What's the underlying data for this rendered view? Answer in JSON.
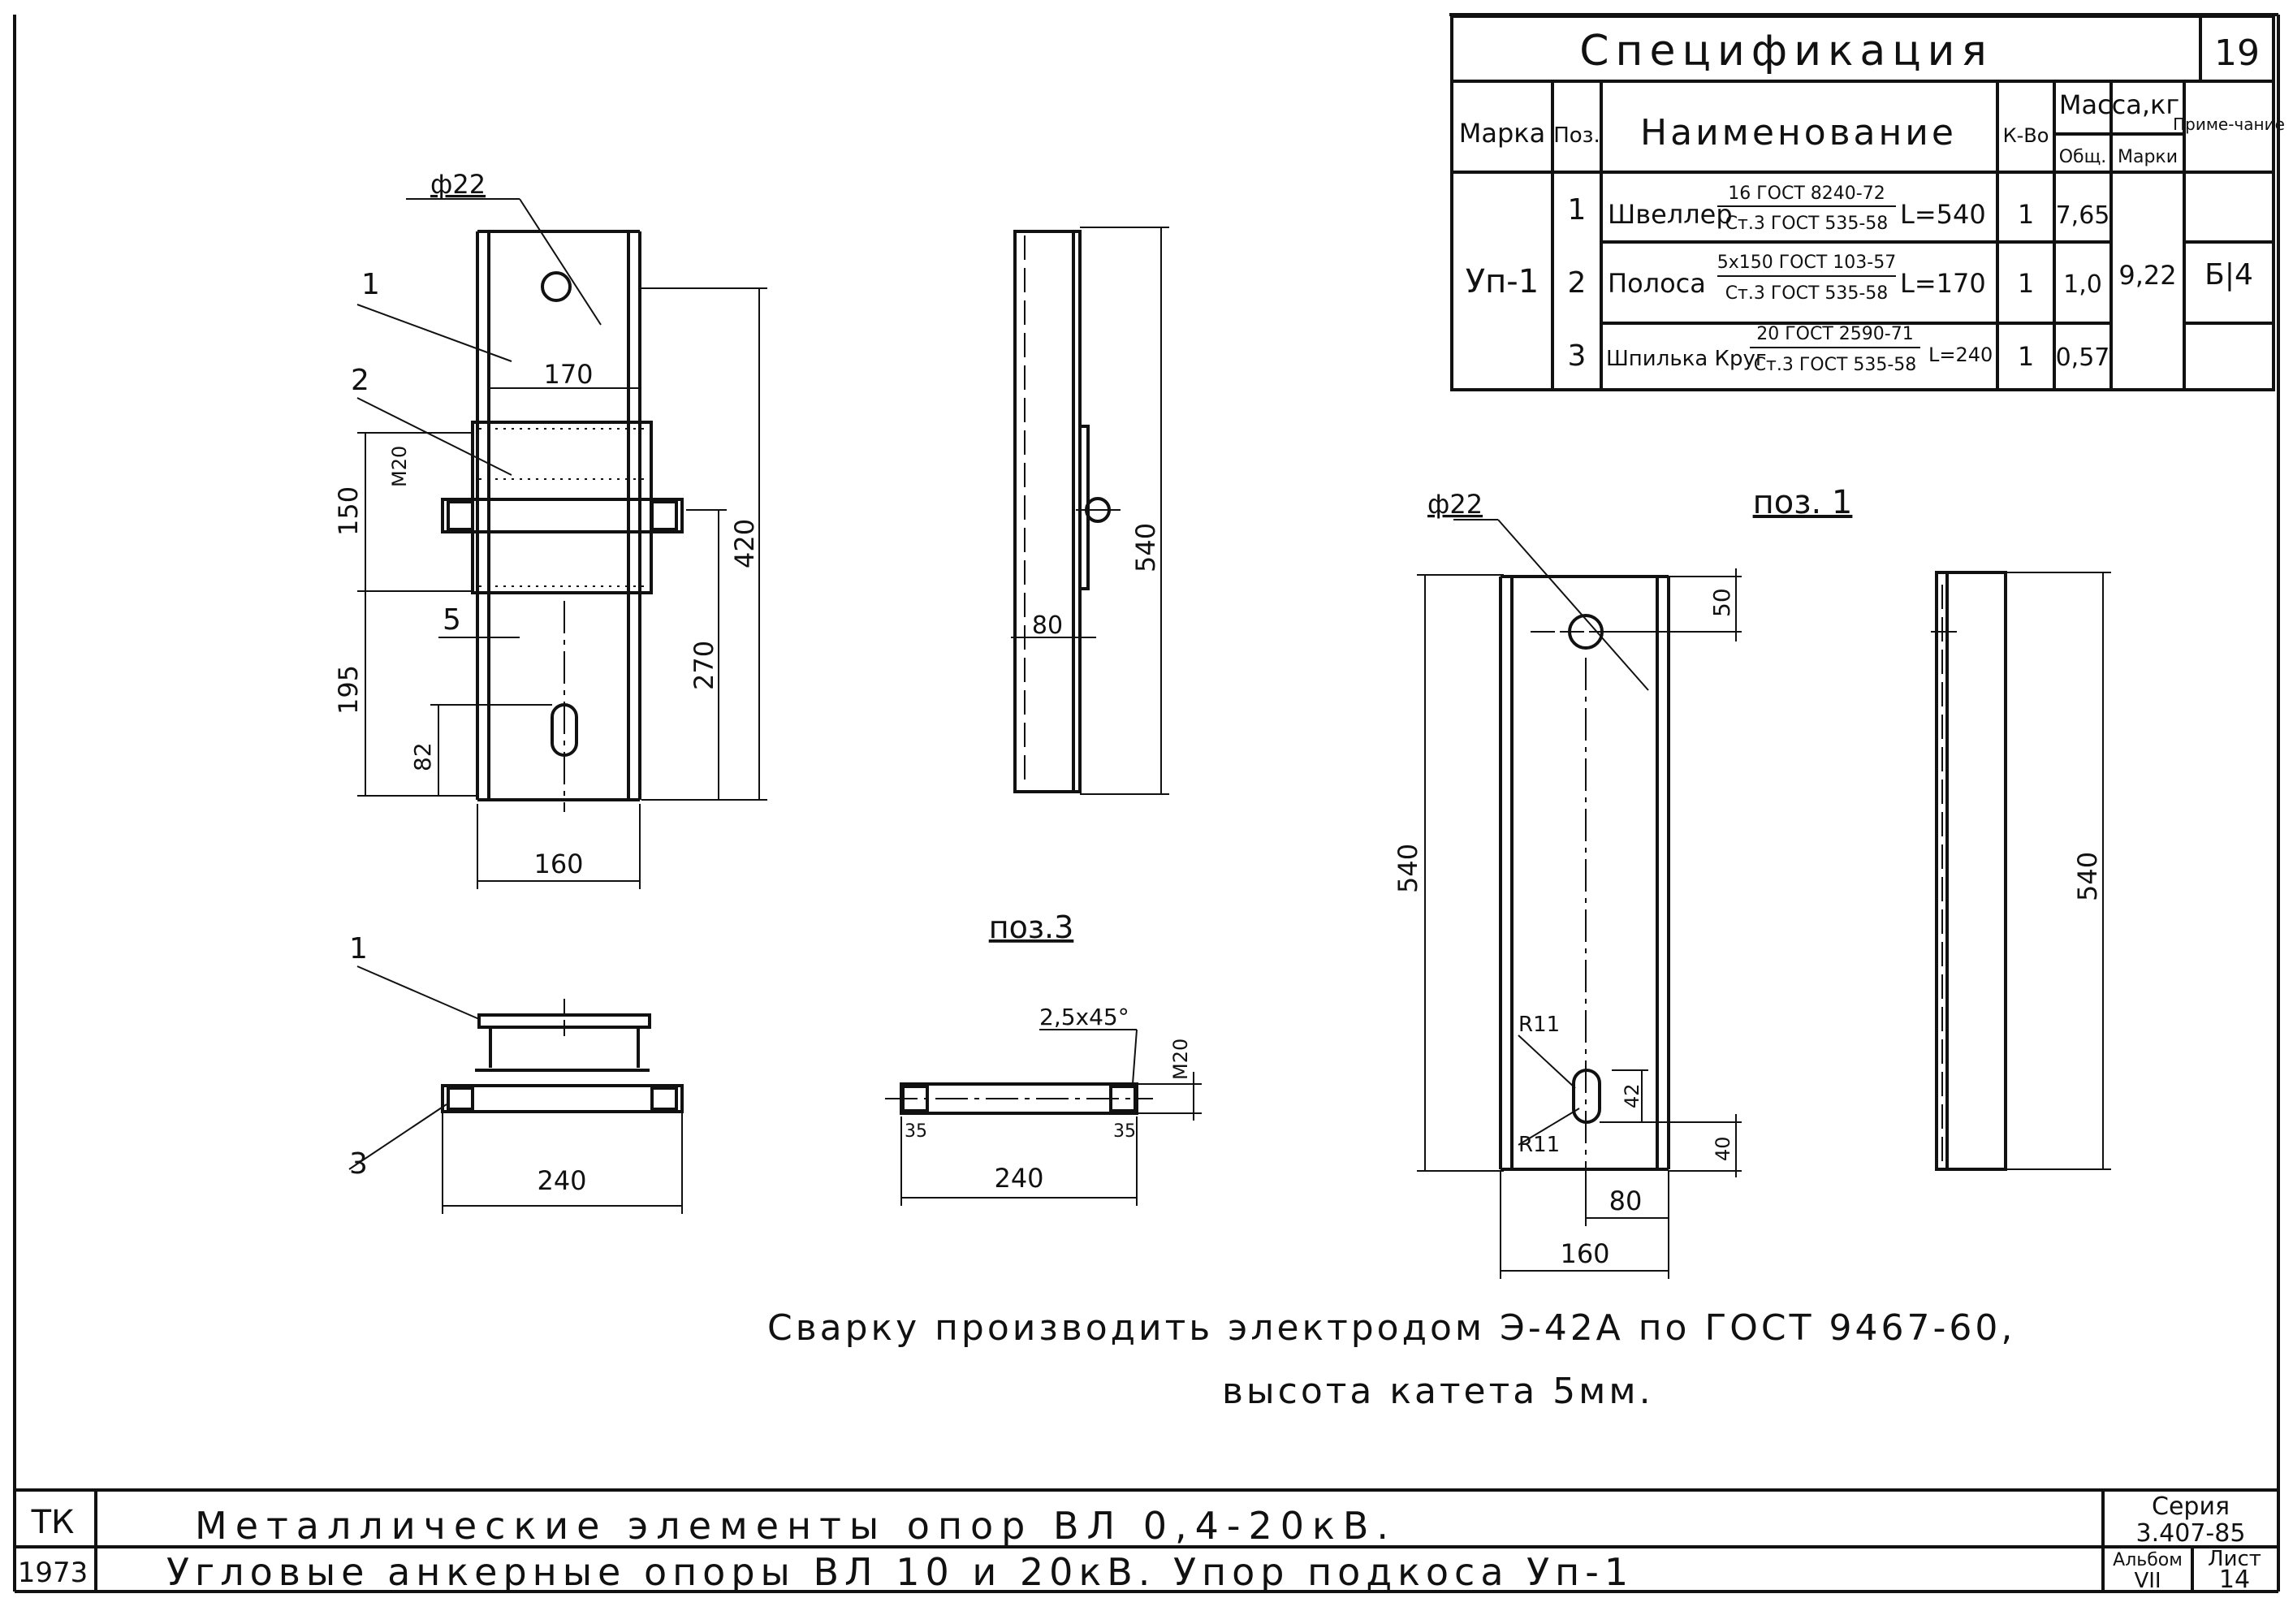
{
  "spec": {
    "title": "Спецификация",
    "page_no": "19",
    "headers": {
      "mark": "Марка",
      "pos": "Поз.",
      "name": "Наименование",
      "qty": "К-Во",
      "mass": "Масса,кг",
      "mass_total": "Общ.",
      "mass_mark": "Марки",
      "note": "Приме-чание"
    },
    "mark_value": "Уп-1",
    "mass_mark_value": "9,22",
    "note_value": "Б|4",
    "rows": [
      {
        "pos": "1",
        "name": "Швеллер",
        "frac_top": "16 ГОСТ 8240-72",
        "frac_bottom": "Ст.3 ГОСТ 535-58",
        "length": "L=540",
        "qty": "1",
        "mass": "7,65"
      },
      {
        "pos": "2",
        "name": "Полоса",
        "frac_top": "5х150 ГОСТ 103-57",
        "frac_bottom": "Ст.3 ГОСТ 535-58",
        "length": "L=170",
        "qty": "1",
        "mass": "1,0"
      },
      {
        "pos": "3",
        "name": "Шпилька Круг",
        "frac_top": "20 ГОСТ 2590-71",
        "frac_bottom": "Ст.3 ГОСТ 535-58",
        "length": "L=240",
        "qty": "1",
        "mass": "0,57"
      }
    ]
  },
  "views": {
    "assembly": {
      "hole": "ф22",
      "w170": "170",
      "w160": "160",
      "d150": "150",
      "d195": "195",
      "d82": "82",
      "d420": "420",
      "d270": "270",
      "m20": "M20",
      "lbl1": "1",
      "lbl2": "2",
      "lbl5": "5"
    },
    "side": {
      "d540": "540",
      "d80": "80"
    },
    "bottom": {
      "lbl1": "1",
      "lbl3": "3",
      "d240": "240"
    },
    "pos3": {
      "title": "поз.3",
      "chamfer": "2,5х45°",
      "m20": "M20",
      "d35a": "35",
      "d35b": "35",
      "d240": "240"
    },
    "pos1": {
      "title": "поз. 1",
      "hole": "ф22",
      "d50": "50",
      "d540": "540",
      "r11a": "R11",
      "r11b": "R11",
      "d42": "42",
      "d40": "40",
      "d80": "80",
      "d160": "160",
      "side_d540": "540"
    }
  },
  "note": {
    "line1": "Сварку производить электродом Э-42А по ГОСТ 9467-60,",
    "line2": "высота катета 5мм."
  },
  "title_block": {
    "tk": "ТК",
    "year": "1973",
    "line1": "Металлические элементы опор ВЛ 0,4-20кВ.",
    "line2": "Угловые анкерные опоры ВЛ 10 и 20кВ. Упор подкоса Уп-1",
    "series_label": "Серия",
    "series_value": "3.407-85",
    "album_label": "Альбом",
    "album_value": "VII",
    "sheet_label": "Лист",
    "sheet_value": "14"
  }
}
